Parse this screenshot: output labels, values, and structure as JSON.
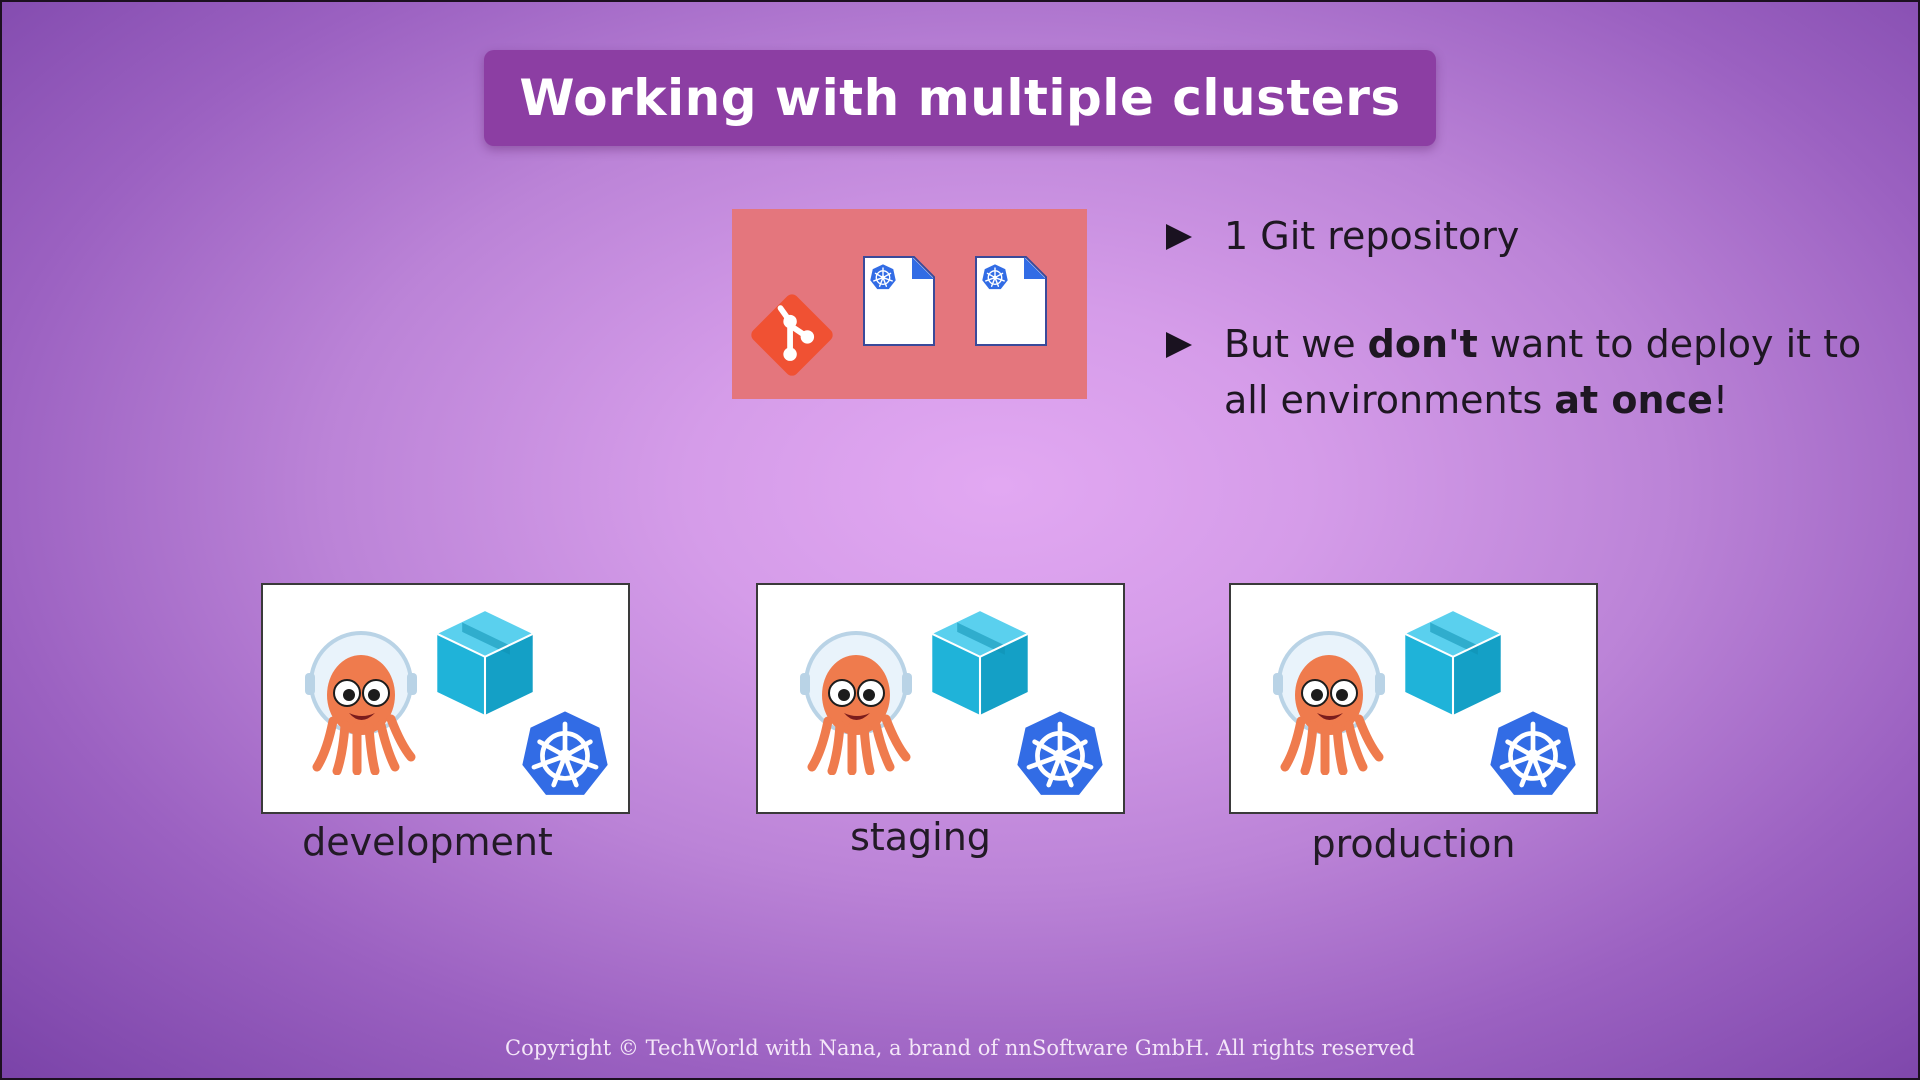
{
  "slide": {
    "title": "Working with multiple clusters",
    "repo_graphic": {
      "icons": [
        "git-icon",
        "kubernetes-manifest-icon",
        "kubernetes-manifest-icon"
      ],
      "background_color": "#e4767d"
    },
    "bullets": [
      {
        "text_before": "1 Git repository",
        "bold_1": "",
        "text_mid": "",
        "bold_2": "",
        "text_after": ""
      },
      {
        "text_before": "But we ",
        "bold_1": "don't",
        "text_mid": " want to deploy it to all environments ",
        "bold_2": "at once",
        "text_after": "!"
      }
    ],
    "clusters": [
      {
        "label": "development",
        "icons": [
          "argo-octopus-icon",
          "package-cube-icon",
          "kubernetes-icon"
        ]
      },
      {
        "label": "staging",
        "icons": [
          "argo-octopus-icon",
          "package-cube-icon",
          "kubernetes-icon"
        ]
      },
      {
        "label": "production",
        "icons": [
          "argo-octopus-icon",
          "package-cube-icon",
          "kubernetes-icon"
        ]
      }
    ],
    "copyright": "Copyright © TechWorld with Nana, a brand of nnSoftware GmbH. All rights reserved"
  },
  "colors": {
    "title_bar": "#8c3ea3",
    "git": "#f05133",
    "kubernetes": "#326ce5",
    "cube": "#1fb3d9",
    "argo": "#ef7b4d"
  }
}
